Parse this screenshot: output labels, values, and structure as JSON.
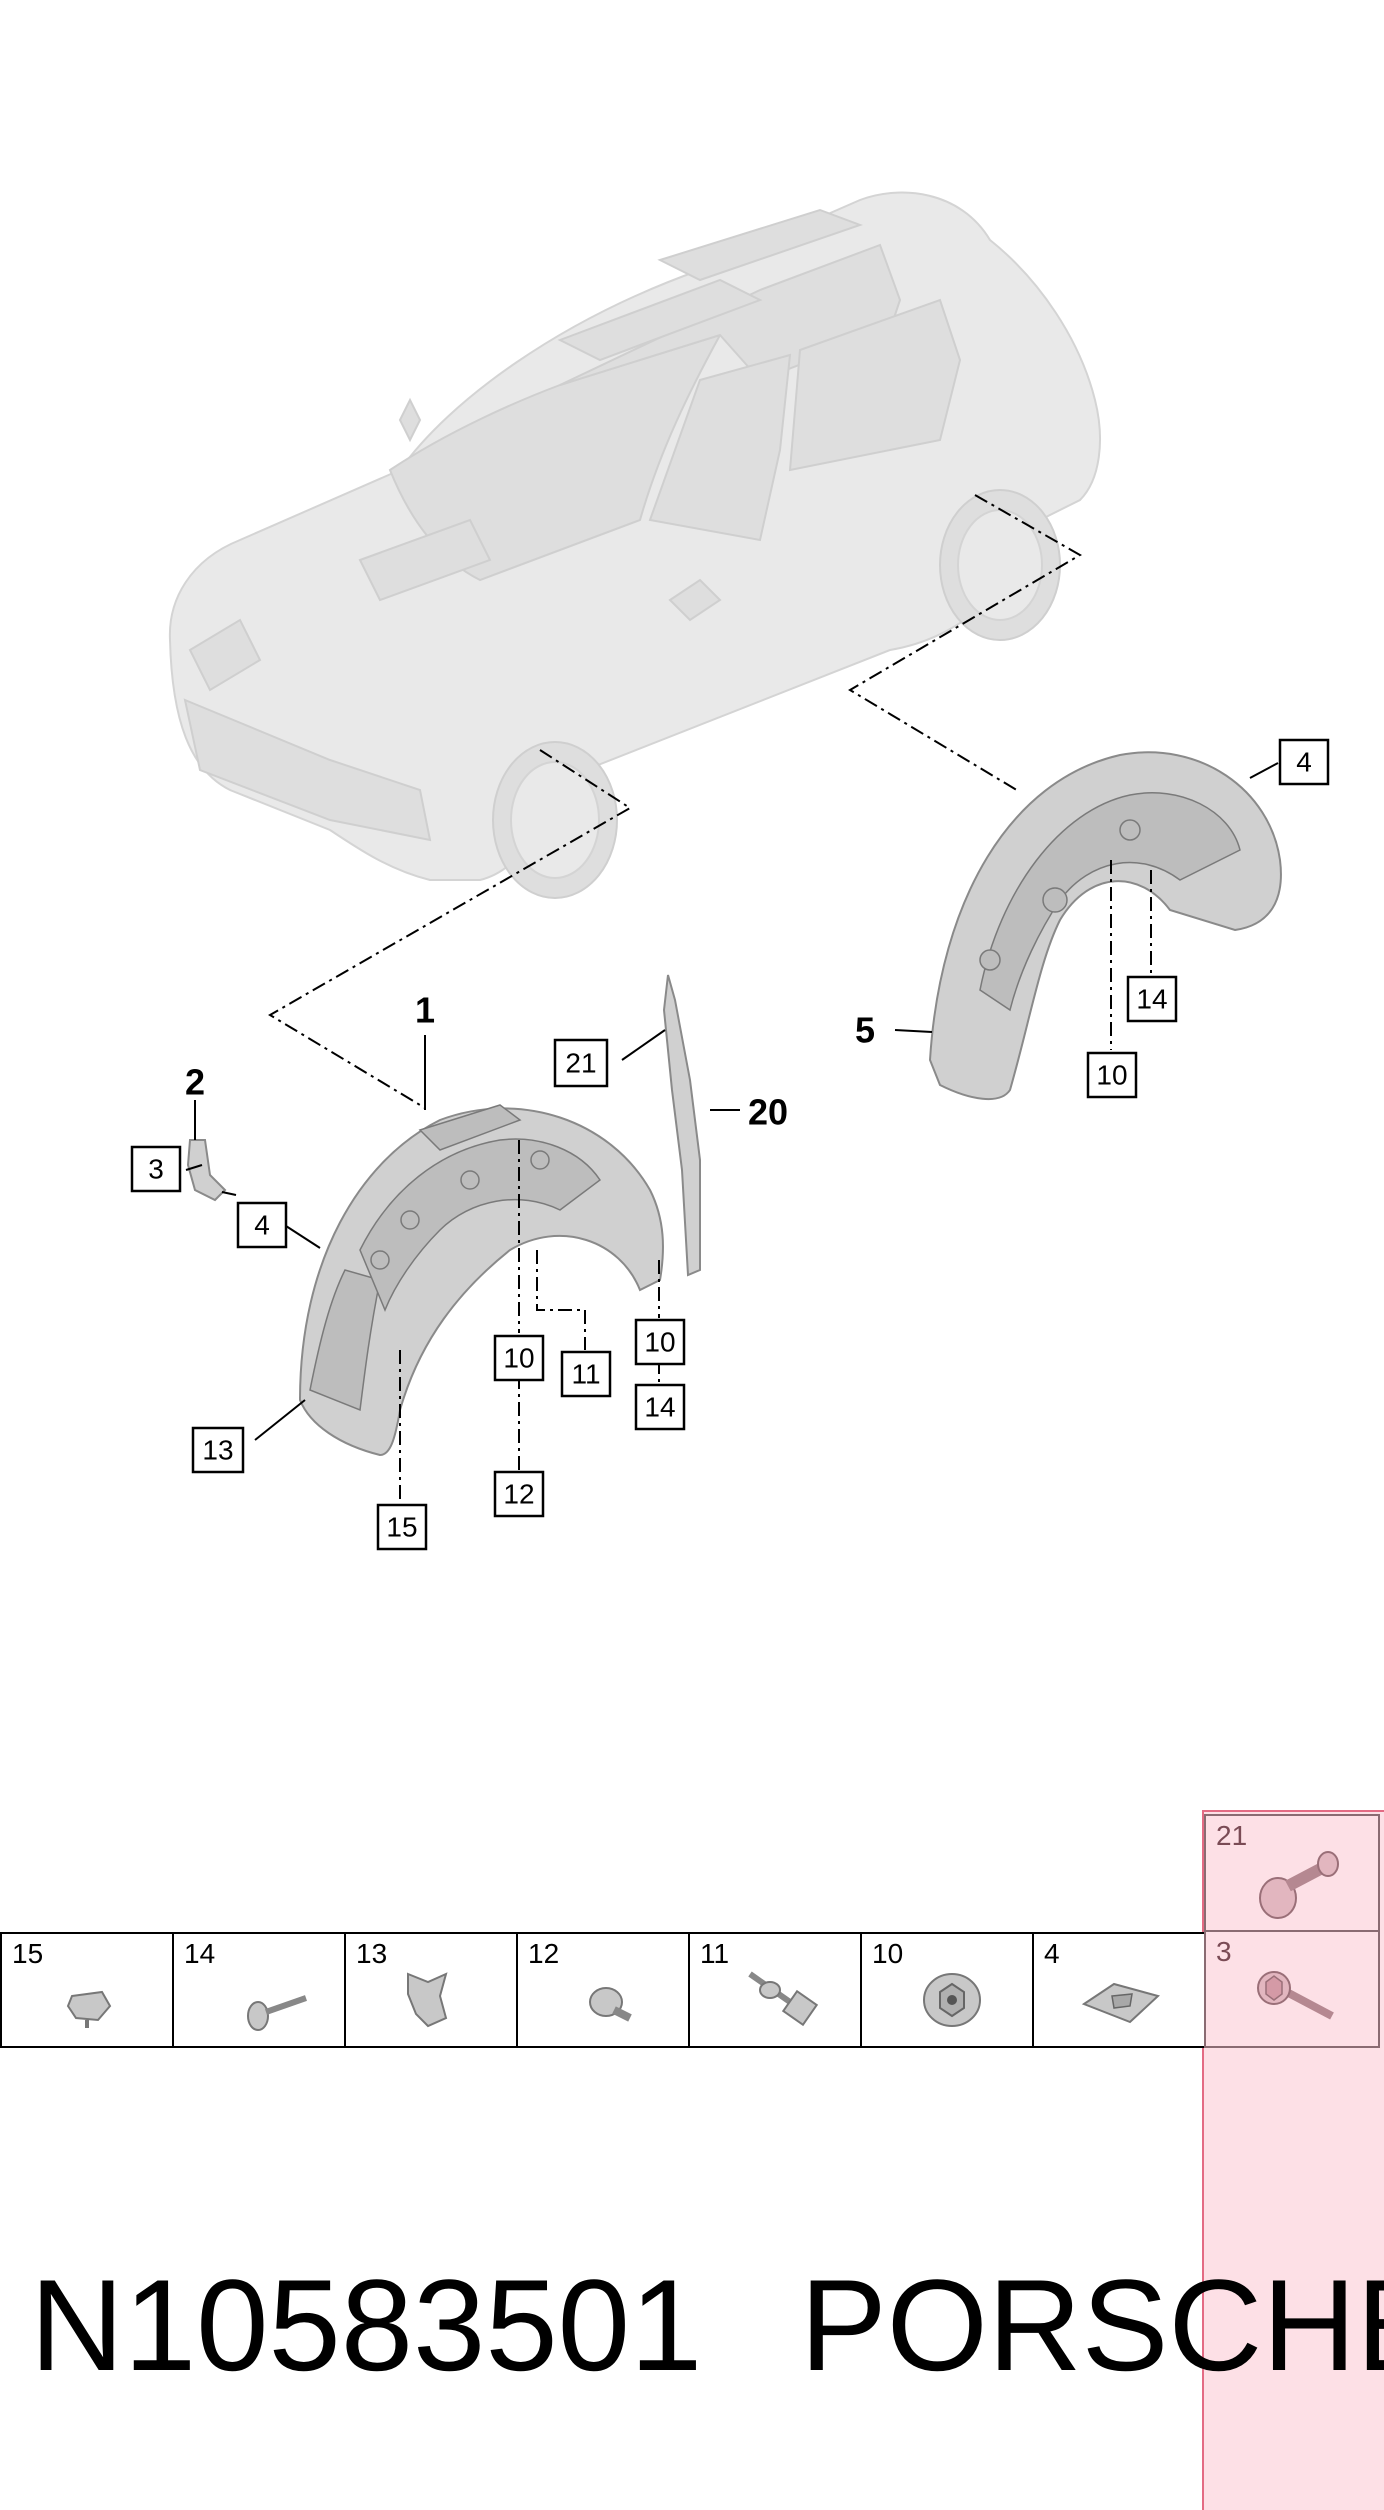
{
  "callouts": {
    "c1": "1",
    "c2": "2",
    "c3": "3",
    "c4a": "4",
    "c4b": "4",
    "c5": "5",
    "c10a": "10",
    "c10b": "10",
    "c10c": "10",
    "c11": "11",
    "c12": "12",
    "c13": "13",
    "c14a": "14",
    "c14b": "14",
    "c15": "15",
    "c20": "20",
    "c21": "21"
  },
  "parts_table": {
    "cells": [
      "15",
      "14",
      "13",
      "12",
      "11",
      "10",
      "4"
    ],
    "highlighted": [
      "21",
      "3"
    ]
  },
  "footer": {
    "code": "N10583501",
    "brand": "PORSCHE"
  },
  "colors": {
    "highlight": "#fde0e6",
    "highlight_border": "#e36b84"
  }
}
